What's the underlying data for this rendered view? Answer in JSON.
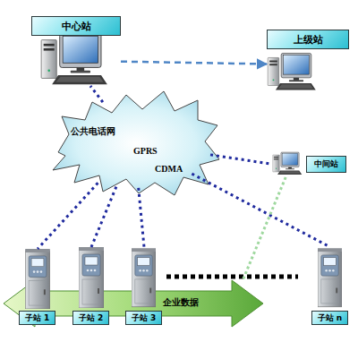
{
  "diagram": {
    "nodes": [
      {
        "text": [
          "中心站"
        ]
      },
      {
        "text": [
          "上级站"
        ]
      },
      {
        "text": [
          "公共电话网",
          "GPRS",
          "CDMA"
        ]
      },
      {
        "text": [
          "中间站"
        ]
      },
      {
        "text": [
          "企业数据"
        ]
      },
      {
        "text": [
          "子站 1"
        ]
      },
      {
        "text": [
          "子站 2"
        ]
      },
      {
        "text": [
          "子站 3"
        ]
      },
      {
        "text": [
          "子站 n"
        ]
      }
    ],
    "edges": [
      {
        "from": 0,
        "to": 1,
        "arrow": "to"
      },
      {
        "from": 2,
        "to": 0,
        "arrow": "none"
      },
      {
        "from": 2,
        "to": 3,
        "arrow": "none"
      },
      {
        "from": 2,
        "to": 5,
        "arrow": "none"
      },
      {
        "from": 2,
        "to": 6,
        "arrow": "none"
      },
      {
        "from": 2,
        "to": 7,
        "arrow": "none"
      },
      {
        "from": 2,
        "to": 8,
        "arrow": "none"
      },
      {
        "from": 3,
        "to": 4,
        "arrow": "none"
      }
    ]
  }
}
